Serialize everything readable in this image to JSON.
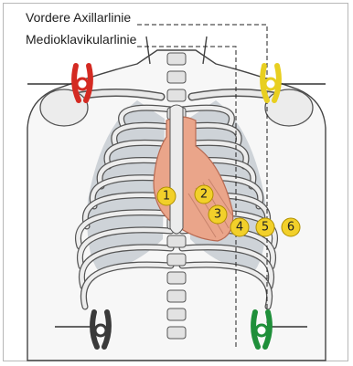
{
  "labels": {
    "axillar": "Vordere Axillarlinie",
    "medioklavikular": "Medioklavikularlinie"
  },
  "electrodes": [
    {
      "number": "1"
    },
    {
      "number": "2"
    },
    {
      "number": "3"
    },
    {
      "number": "4"
    },
    {
      "number": "5"
    },
    {
      "number": "6"
    }
  ],
  "colors": {
    "electrode_fill": "#f2d02a",
    "clip_red": "#d42a22",
    "clip_yellow": "#e8cf20",
    "clip_black": "#3a3a3a",
    "clip_green": "#1f8f3a",
    "heart": "#e8a48a",
    "bone": "#e4e4e4",
    "lung": "#b9bfc6"
  }
}
